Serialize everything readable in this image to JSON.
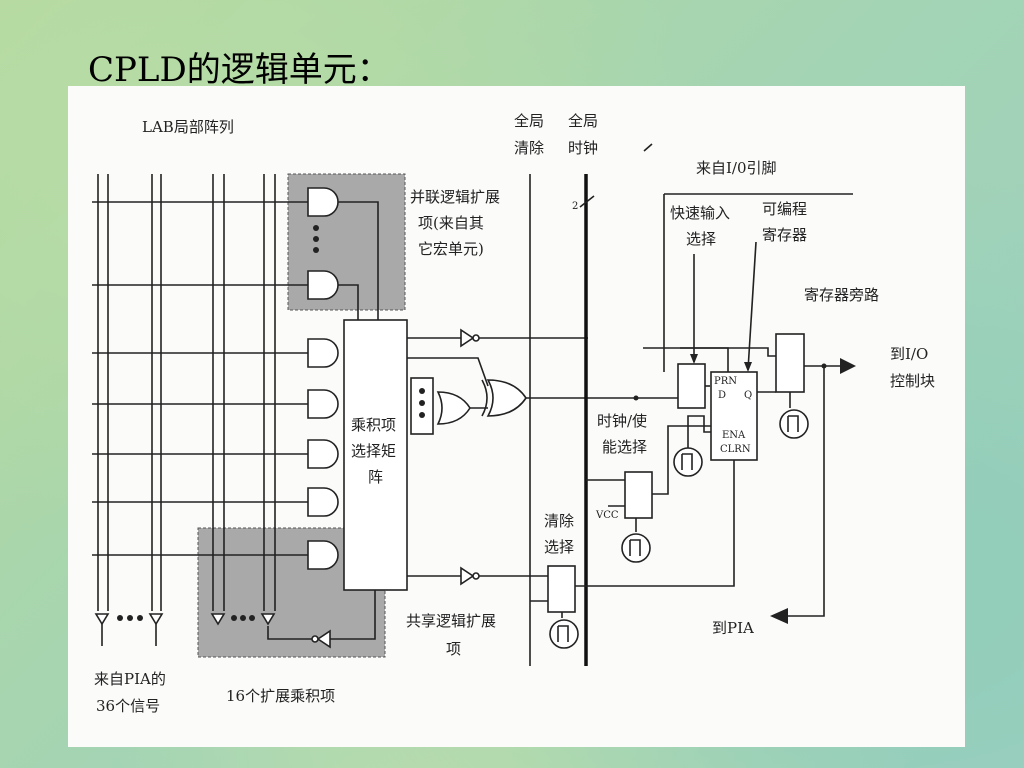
{
  "slide": {
    "title": "CPLD的逻辑单元："
  },
  "diagram": {
    "lab_array": "LAB局部阵列",
    "global_clear": [
      "全局",
      "清除"
    ],
    "global_clock": [
      "全局",
      "时钟"
    ],
    "bus_width": "2",
    "from_io_pin": "来自I/0引脚",
    "parallel_expander": [
      "并联逻辑扩展",
      "项(来自其",
      "它宏单元)"
    ],
    "fast_input_select": [
      "快速输入",
      "选择"
    ],
    "programmable_register": [
      "可编程",
      "寄存器"
    ],
    "register_bypass": "寄存器旁路",
    "to_io_control": [
      "到I/O",
      "控制块"
    ],
    "product_term_matrix": [
      "乘积项",
      "选择矩",
      "阵"
    ],
    "clock_enable_select": [
      "时钟/使",
      "能选择"
    ],
    "vcc": "VCC",
    "clear_select": [
      "清除",
      "选择"
    ],
    "reg_prn": "PRN",
    "reg_d": "D",
    "reg_q": "Q",
    "reg_ena": "ENA",
    "reg_clrn": "CLRN",
    "to_pia": "到PIA",
    "shared_expander": [
      "共享逻辑扩展",
      "项"
    ],
    "from_pia": [
      "来自PIA的",
      "36个信号"
    ],
    "expander_terms": "16个扩展乘积项"
  }
}
